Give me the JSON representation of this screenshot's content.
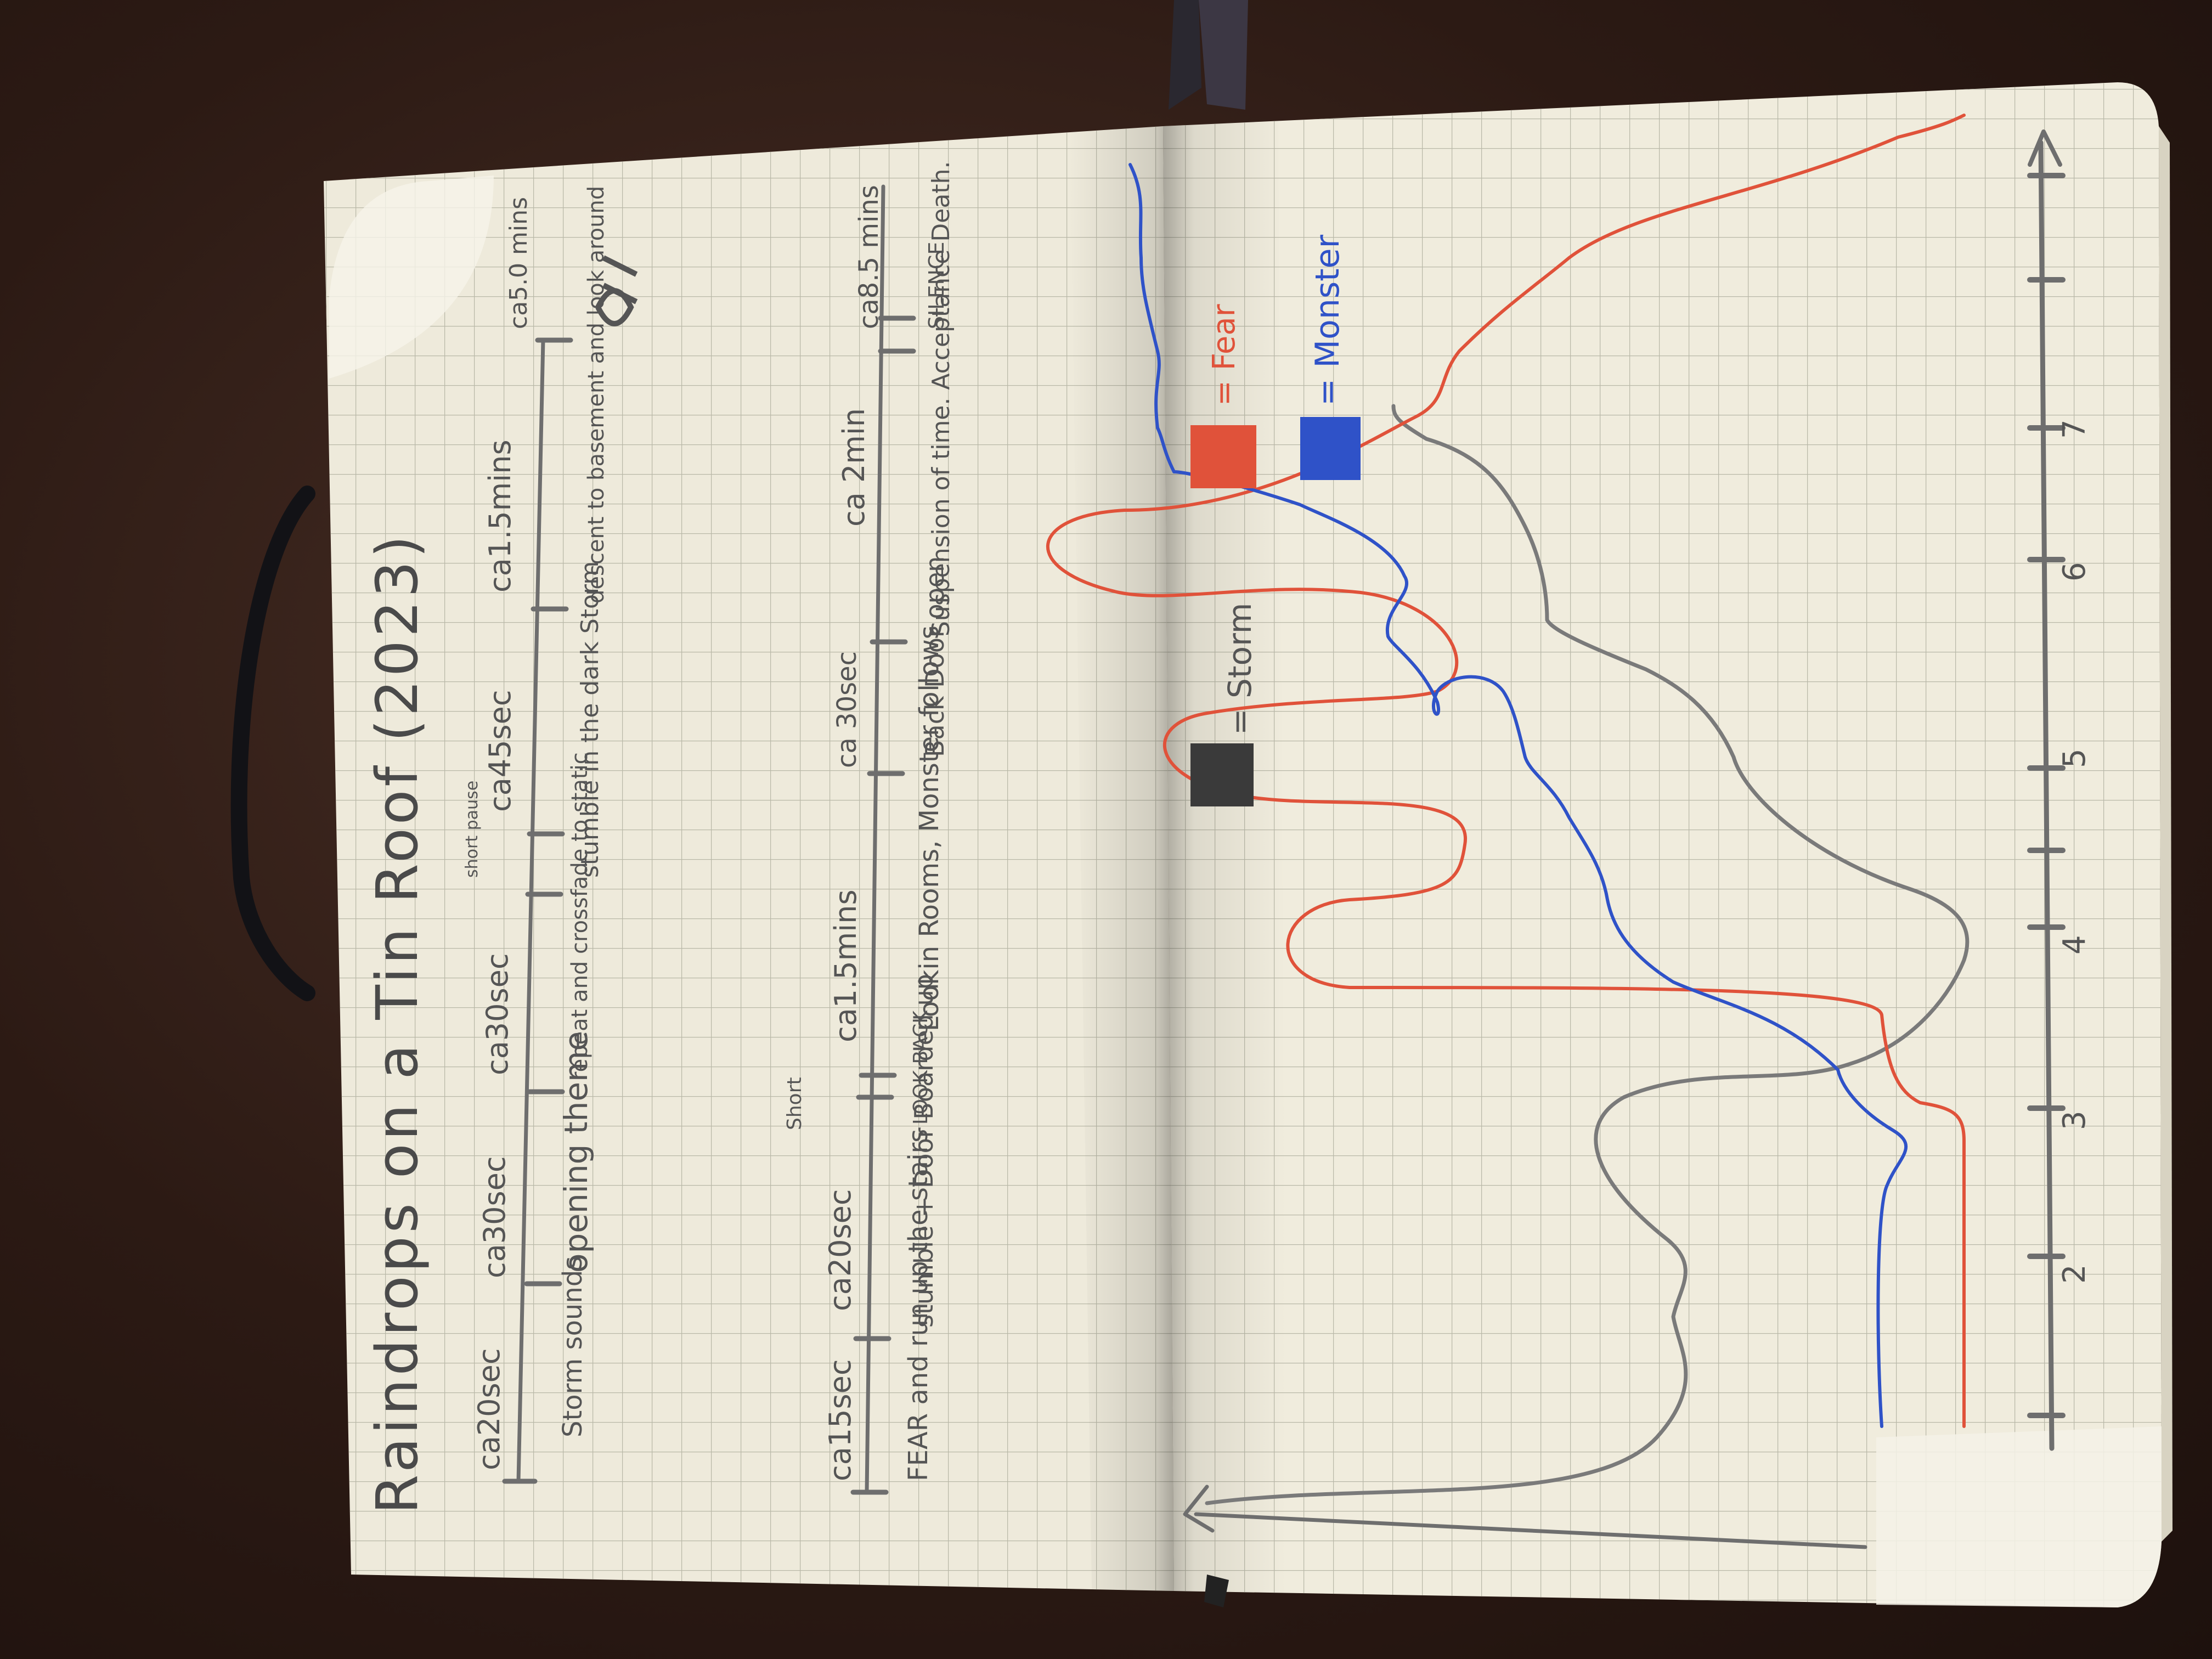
{
  "left_page": {
    "title": "Raindrops on a Tin Roof (2023)",
    "row1": {
      "durations": [
        "ca20sec",
        "ca30sec",
        "ca30sec",
        "ca45sec",
        "ca1.5mins",
        "ca5.0 mins"
      ],
      "markers": [
        "short pause"
      ],
      "events": [
        "Storm sounds",
        "opening theme",
        "repeat and crossfade to static",
        "stumble in the dark Storm",
        "descent to basement and look around"
      ]
    },
    "row2": {
      "durations": [
        "ca15sec",
        "ca20sec",
        "ca1.5mins",
        "ca 30sec",
        "ca 2min",
        "ca8.5 mins"
      ],
      "markers": [
        "Short"
      ],
      "events": [
        "FEAR and run up the stairs",
        "stumble + Door Boarded up",
        "Lookin Rooms, Monster follows",
        "Back Door open",
        "Suspension of time. Acceptance Death.",
        "SILENCE"
      ],
      "vertical": "LOOK BACK"
    }
  },
  "right_page": {
    "legend": [
      {
        "label": "= Storm",
        "color": "#3a3a3a"
      },
      {
        "label": "= Fear",
        "color": "#e0523a"
      },
      {
        "label": "= Monster",
        "color": "#2f52c8"
      }
    ],
    "axis_ticks": [
      "2",
      "3",
      "4",
      "5",
      "6",
      "7"
    ],
    "colors": {
      "storm": "#6e6e6e",
      "fear": "#e0523a",
      "monster": "#2f52c8"
    }
  }
}
